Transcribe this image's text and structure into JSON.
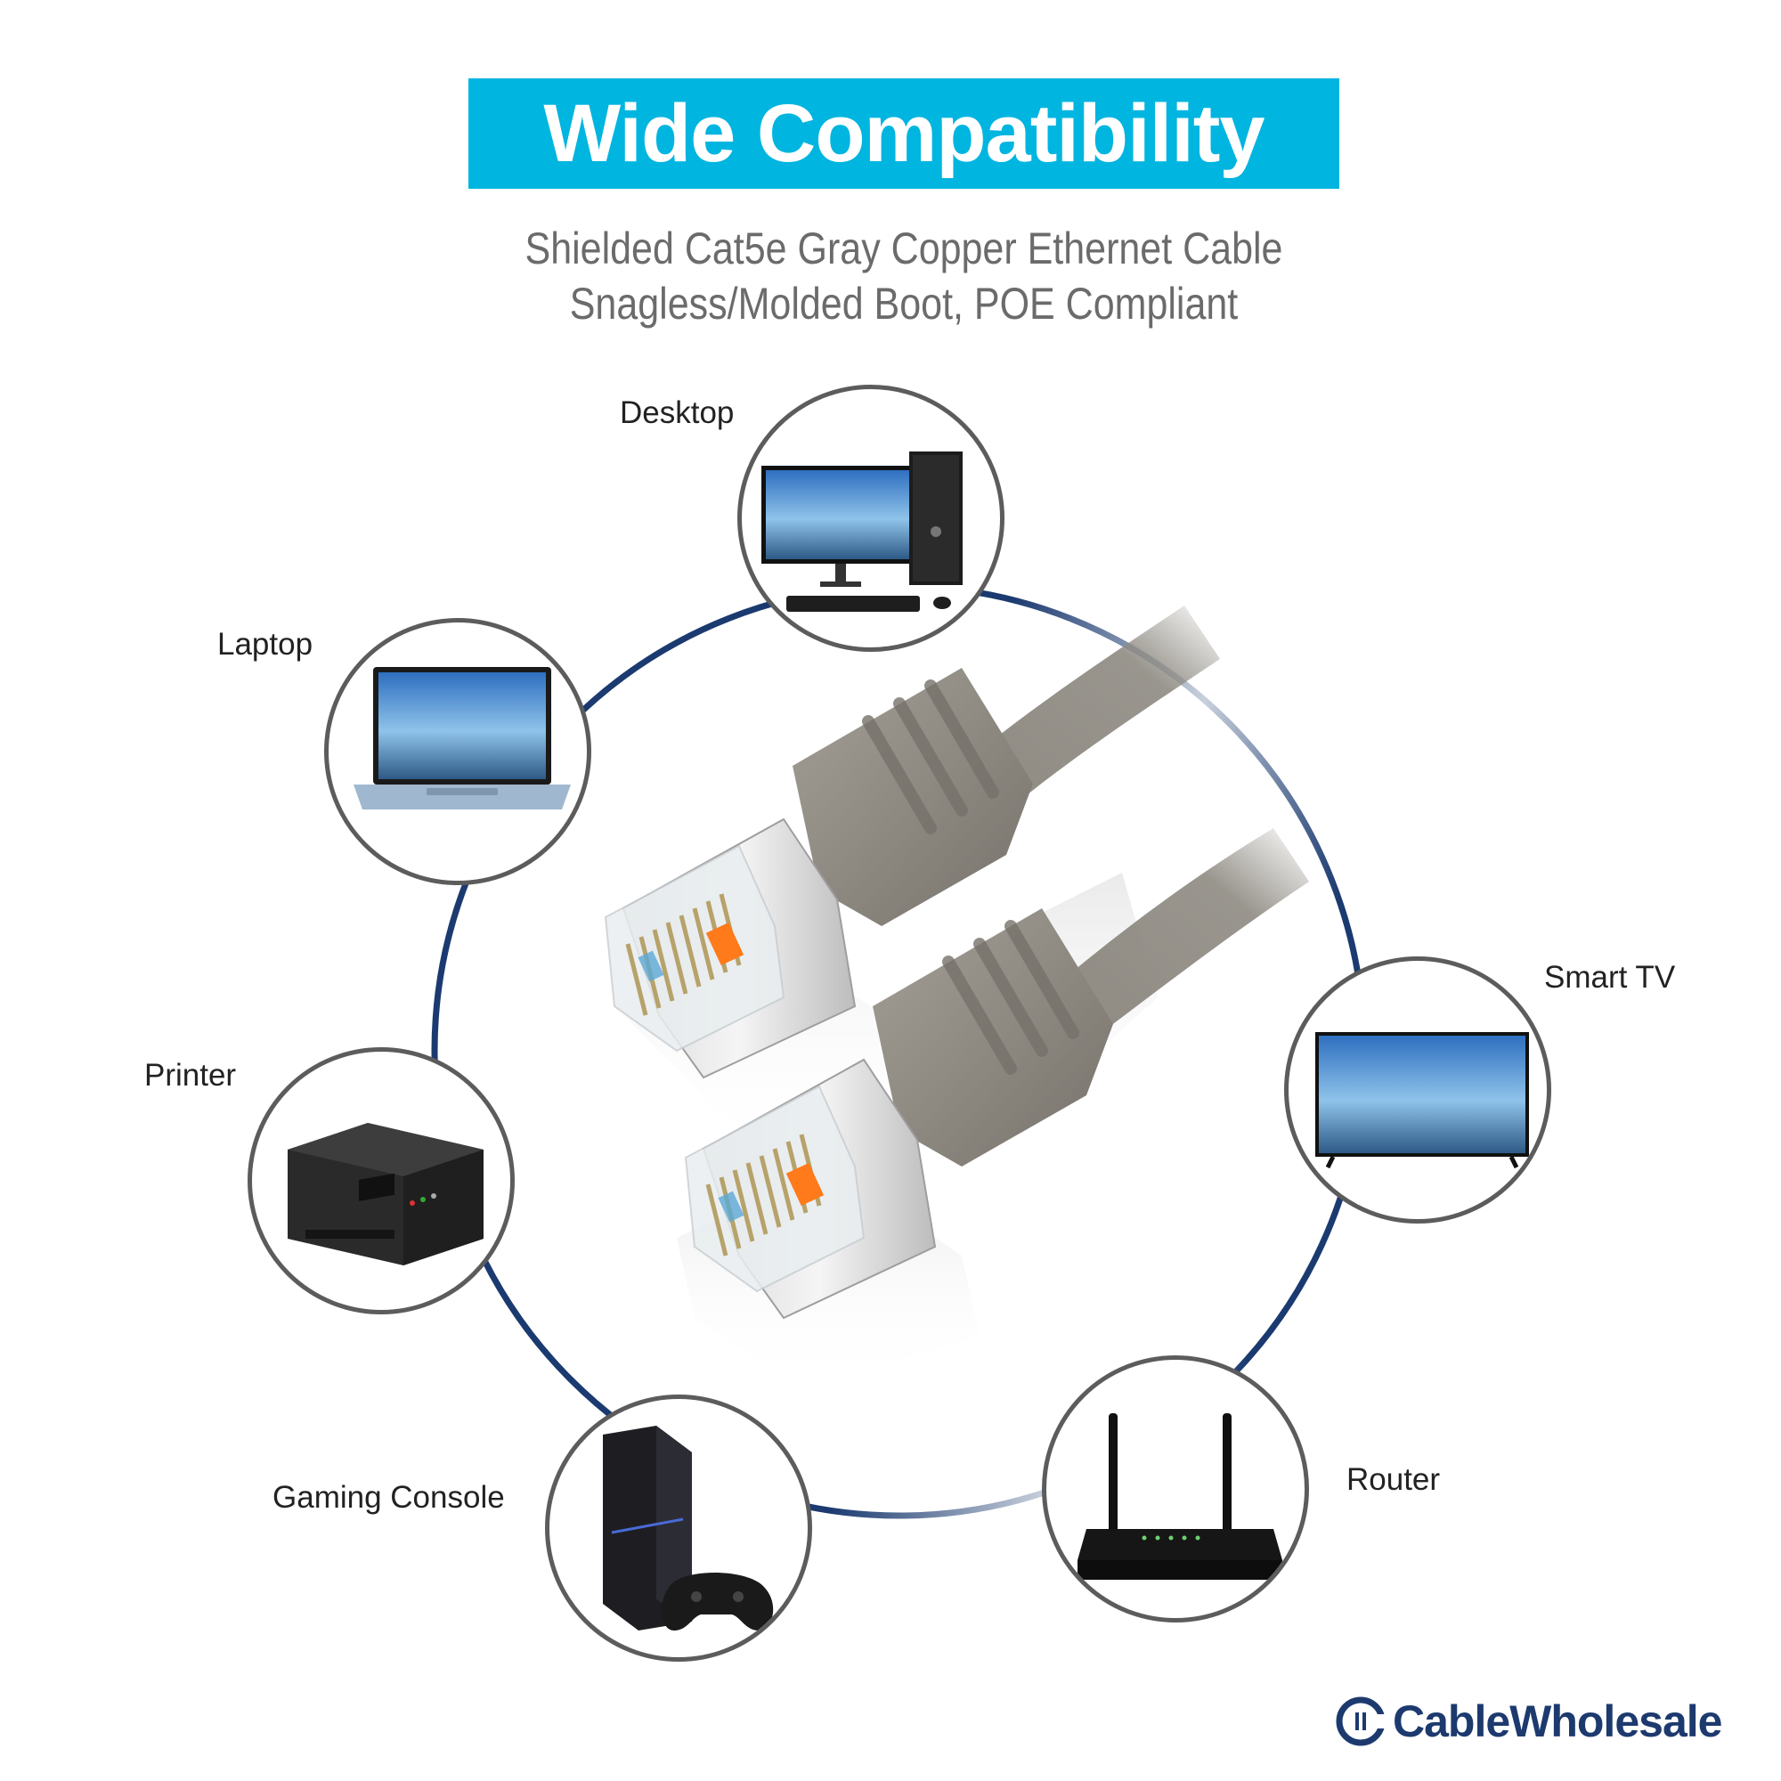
{
  "banner": {
    "title": "Wide Compatibility"
  },
  "subtitle": {
    "line1": "Shielded Cat5e Gray Copper Ethernet Cable",
    "line2": "Snagless/Molded Boot, POE Compliant"
  },
  "devices": {
    "desktop": "Desktop",
    "laptop": "Laptop",
    "printer": "Printer",
    "gaming_console": "Gaming Console",
    "router": "Router",
    "smart_tv": "Smart TV"
  },
  "brand": {
    "name": "CableWholesale"
  },
  "colors": {
    "banner": "#00b5e0",
    "ring": "#1b3a70",
    "circle_border": "#5c5c5c",
    "cable": "#8e8a82",
    "brand": "#1d3a6e"
  }
}
